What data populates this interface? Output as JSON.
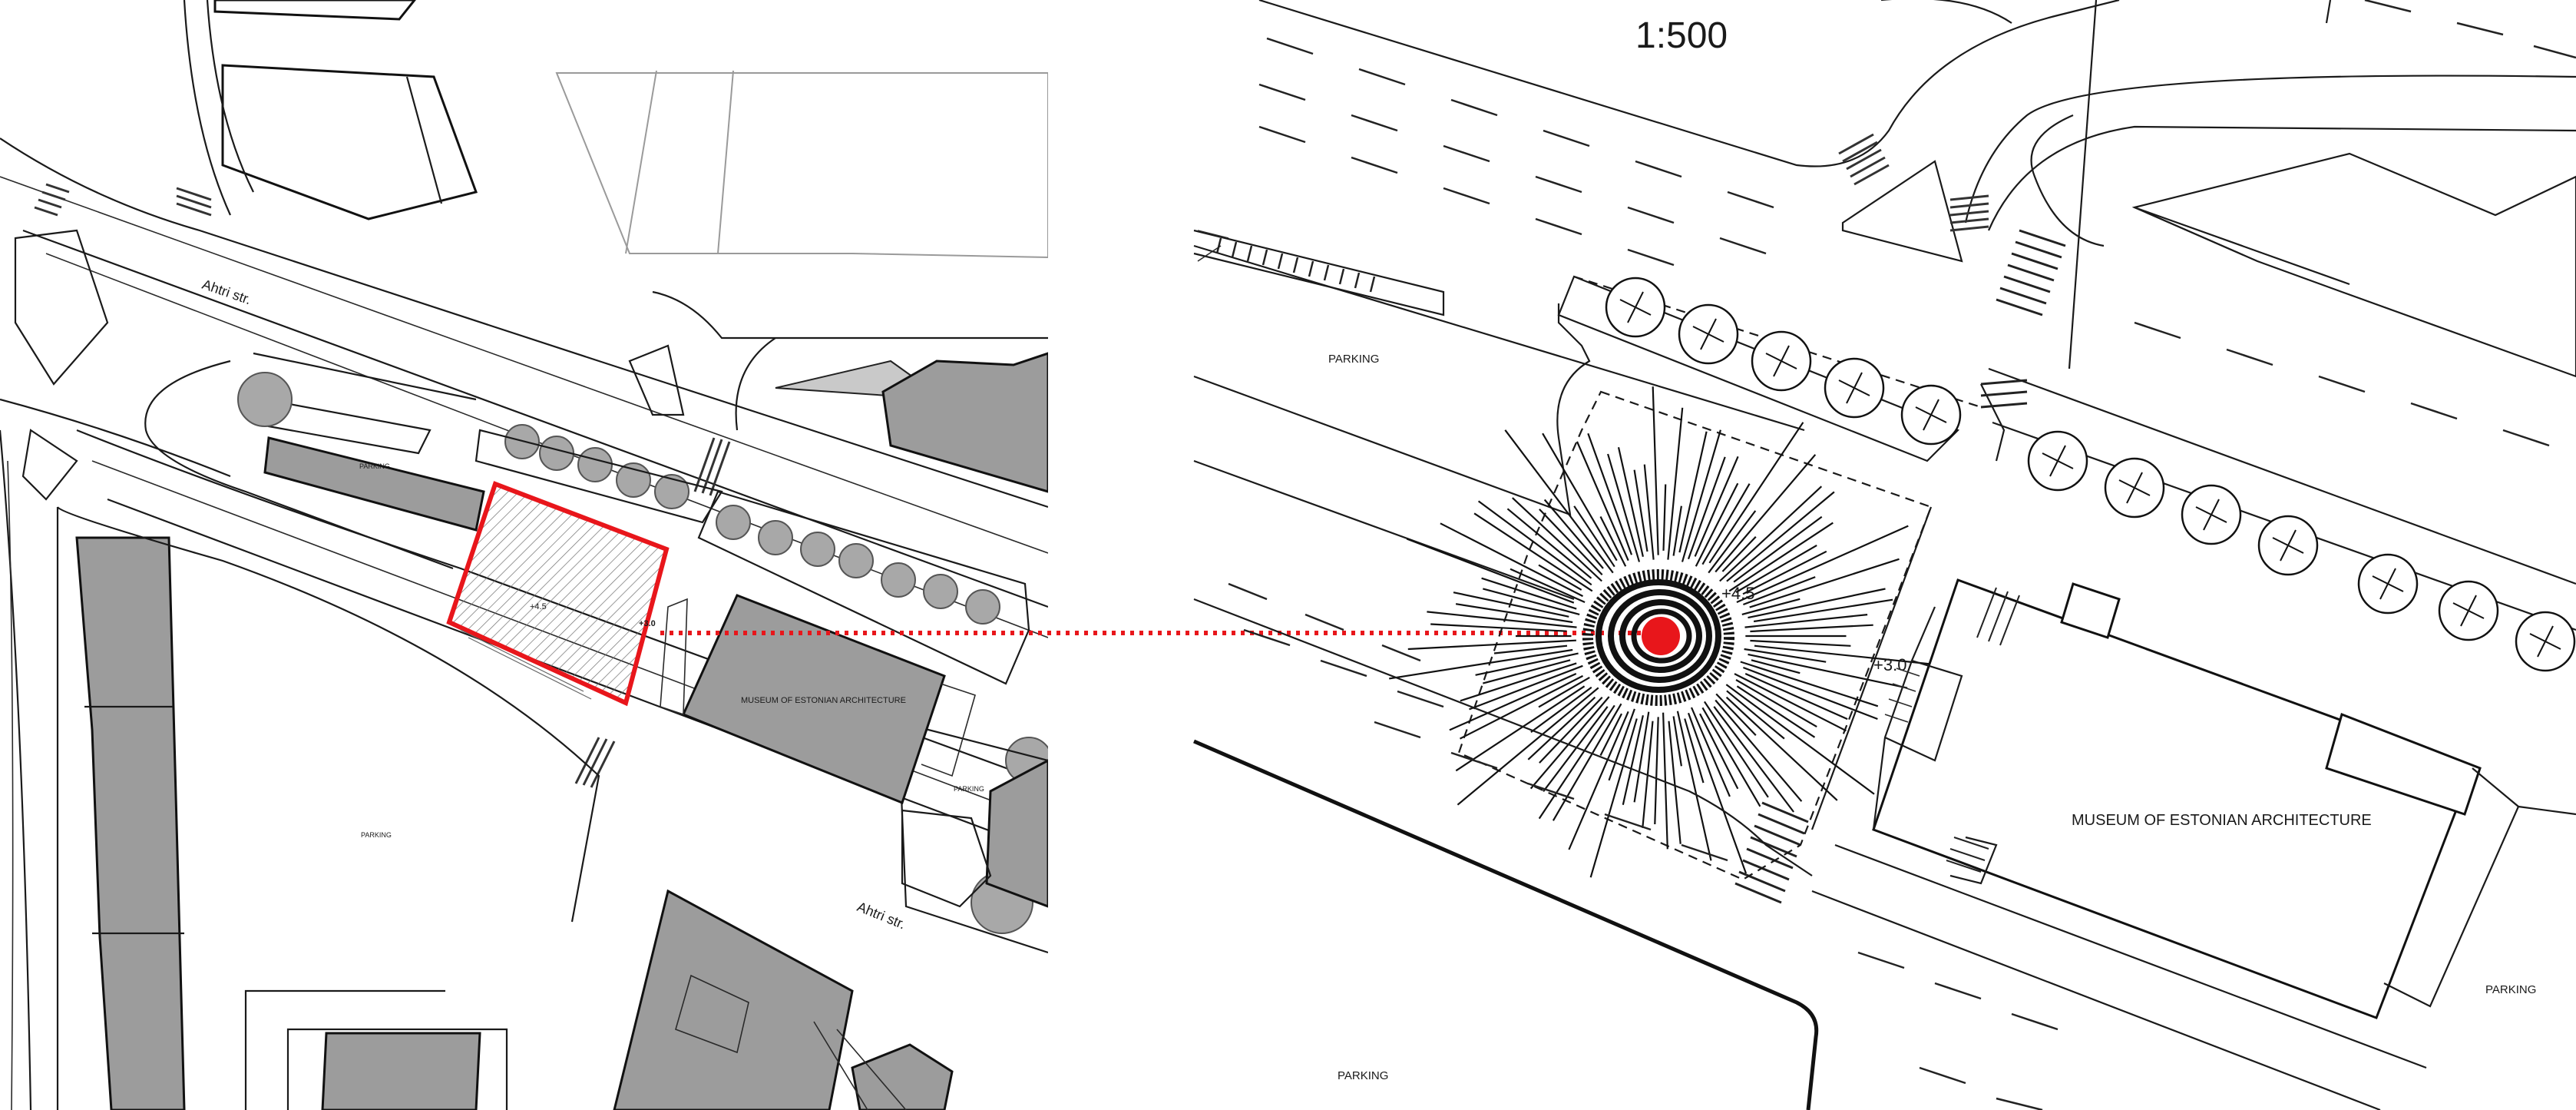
{
  "scale_label": "1:500",
  "left_plan": {
    "street_labels": [
      "Ahtri str.",
      "Ahtri str."
    ],
    "parking_labels": [
      "PARKING",
      "PARKING",
      "PARKING"
    ],
    "site_level": "+4.5",
    "plaza_level": "+3.0",
    "museum_label": "MUSEUM OF ESTONIAN ARCHITECTURE"
  },
  "right_plan": {
    "parking_labels": [
      "PARKING",
      "PARKING",
      "PARKING"
    ],
    "mound_level": "+4.5",
    "plaza_level": "+3.0",
    "museum_label": "MUSEUM OF ESTONIAN ARCHITECTURE"
  },
  "colors": {
    "highlight": "#e8161b",
    "building": "#9c9c9c",
    "line": "#1a1a1a"
  }
}
